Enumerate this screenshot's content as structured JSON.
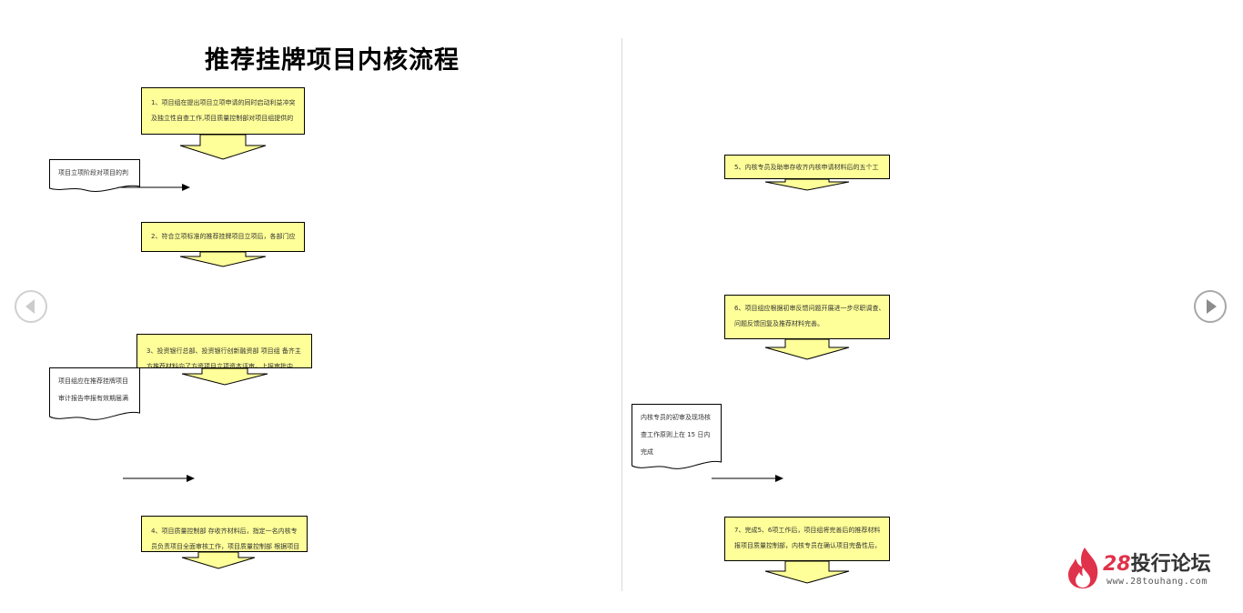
{
  "document": {
    "title": "推荐挂牌项目内核流程"
  },
  "left_page": {
    "steps": [
      {
        "lines": [
          "1、项目组在提出项目立项申请的同时启动利益冲突",
          "及独立性自查工作,项目质量控制部对项目组提供的"
        ]
      },
      {
        "lines": [
          "2、符合立项标准的推荐挂牌项目立项后，各部门应"
        ]
      },
      {
        "lines": [
          "3、投资银行总部、投资银行创新融资部 项目组 备齐主",
          "方推荐材料向了方资项目立项资本评审。上报审批中"
        ]
      },
      {
        "lines": [
          "4、项目质量控制部 存收齐材料后，指定一名内核专",
          "员负责项目全面审核工作，项目质量控制部 根据项目"
        ]
      }
    ],
    "notes": [
      {
        "lines": [
          "项目立项阶段对项目的判"
        ]
      },
      {
        "lines": [
          "项目组应在推荐挂牌项目",
          "审计报告申报有效期届满"
        ]
      }
    ]
  },
  "right_page": {
    "steps": [
      {
        "lines": [
          "5、内核专员及助审存收齐内核申请材料后的五个工"
        ]
      },
      {
        "lines": [
          "6、项目组应根据初审反馈问题开展进一步尽职调查、",
          "问题反馈回复及推荐材料完善。"
        ]
      },
      {
        "lines": [
          "7、完成5、6项工作后，项目组将完善后的推荐材料",
          "报项目质量控制部，内核专员在确认项目完备性后，"
        ]
      }
    ],
    "notes": [
      {
        "lines": [
          "内核专员的初审及现场核",
          "查工作原则上在 15 日内",
          "完成"
        ]
      }
    ]
  },
  "navigation": {
    "prev_icon": "chevron-left-icon",
    "next_icon": "play-right-icon"
  },
  "logo": {
    "number": "28",
    "name": "投行论坛",
    "url": "www.28touhang.com",
    "brand_color": "#e0324a"
  },
  "colors": {
    "box_fill": "#ffff99",
    "stroke": "#000000"
  }
}
